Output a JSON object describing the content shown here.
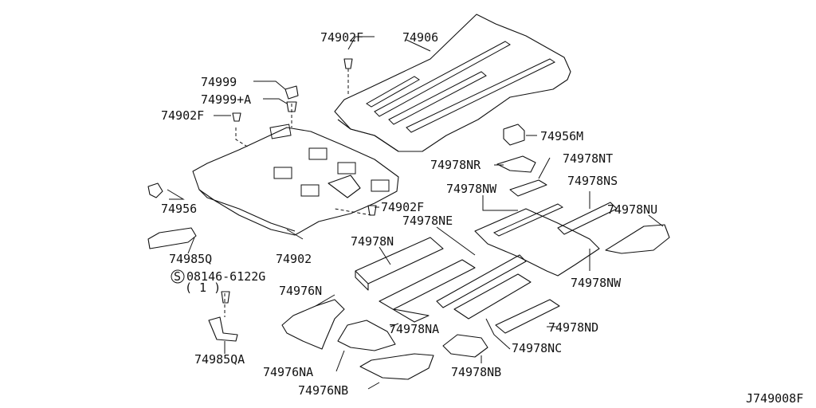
{
  "diagram": {
    "labels": {
      "p74902F_top": "74902F",
      "p74906": "74906",
      "p74999": "74999",
      "p74999A": "74999+A",
      "p74902F_left": "74902F",
      "p74956M": "74956M",
      "p74978NT": "74978NT",
      "p74978NR": "74978NR",
      "p74978NS": "74978NS",
      "p74978NW_top": "74978NW",
      "p74956": "74956",
      "p74902F_mid": "74902F",
      "p74978NE": "74978NE",
      "p74978NU": "74978NU",
      "p74978N": "74978N",
      "p74985Q": "74985Q",
      "p74902": "74902",
      "p08146": "08146-6122G",
      "p08146_qty": "( 1 )",
      "p74978NW_bottom": "74978NW",
      "p74976N": "74976N",
      "p74978NA": "74978NA",
      "p74978ND": "74978ND",
      "p74978NC": "74978NC",
      "p74985QA": "74985QA",
      "p74976NA": "74976NA",
      "p74978NB": "74978NB",
      "p74976NB": "74976NB",
      "screw_symbol": "S",
      "diagram_id": "J749008F"
    }
  }
}
